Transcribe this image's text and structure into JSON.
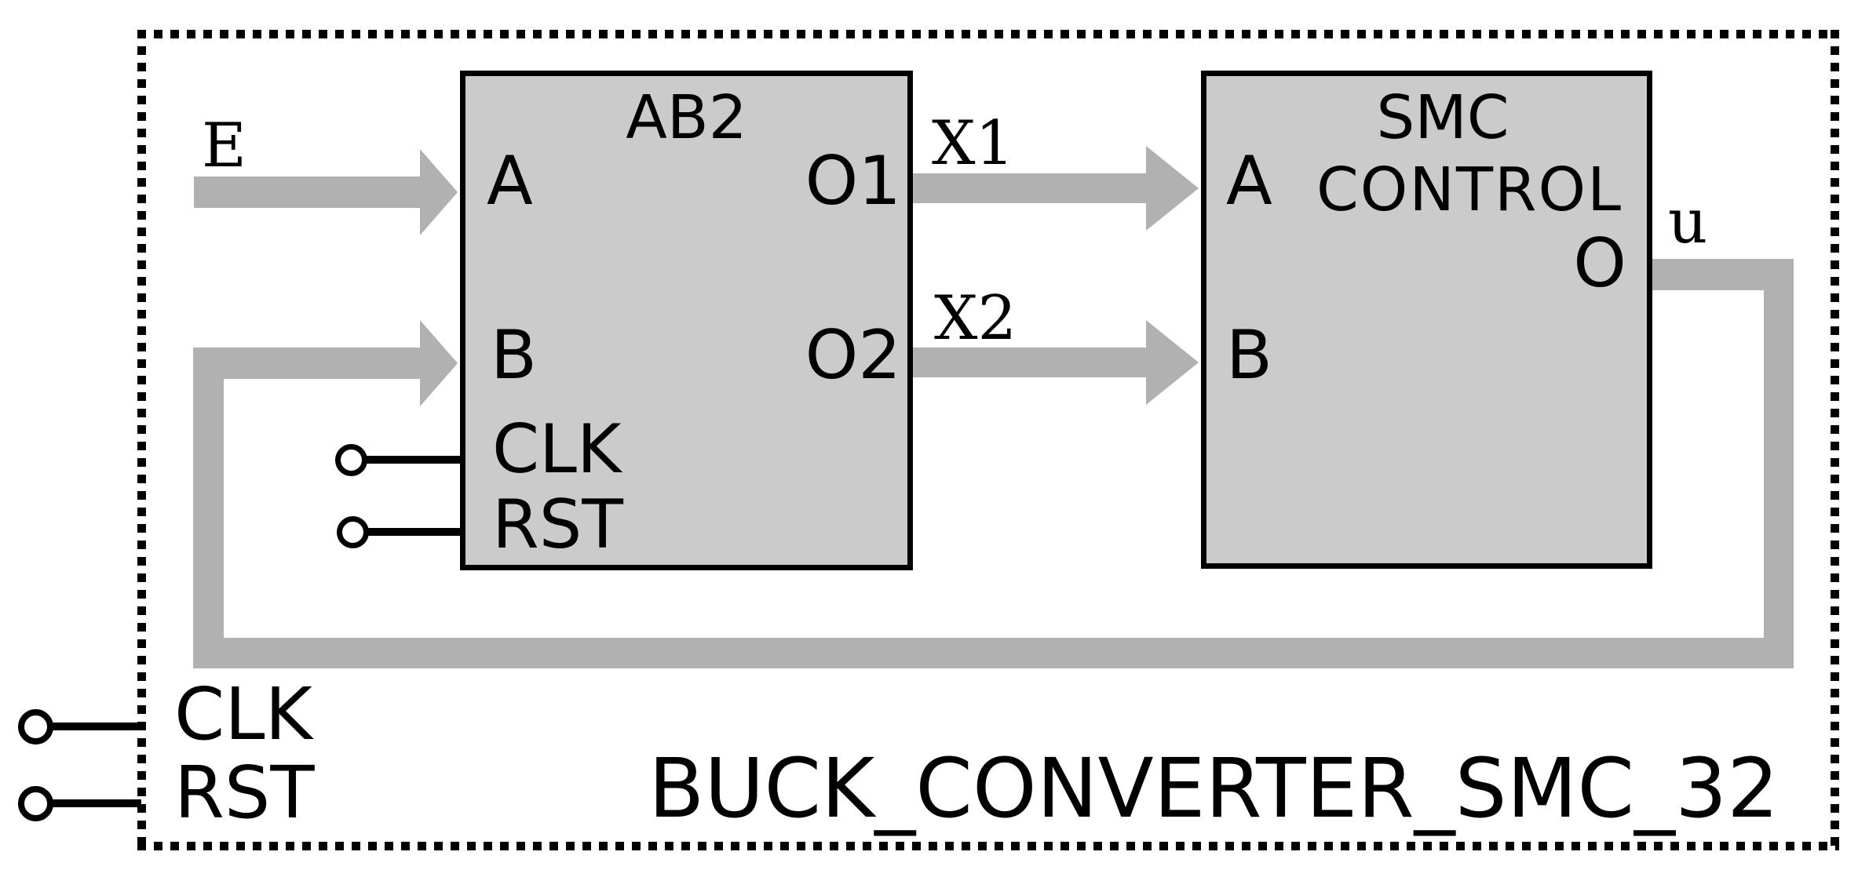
{
  "diagram": {
    "title": "BUCK_CONVERTER_SMC_32",
    "colors": {
      "block_fill": "#cbcbcb",
      "wire_gray": "#b1b1b1",
      "outline": "#000000",
      "background": "#ffffff"
    },
    "ab2": {
      "name": "AB2",
      "port_a": "A",
      "port_b": "B",
      "port_o1": "O1",
      "port_o2": "O2",
      "port_clk": "CLK",
      "port_rst": "RST"
    },
    "smc": {
      "name_line1": "SMC",
      "name_line2": "CONTROL",
      "port_a": "A",
      "port_b": "B",
      "port_o": "O"
    },
    "signals": {
      "e": "E",
      "x1": "X1",
      "x2": "X2",
      "u": "u"
    },
    "external": {
      "clk": "CLK",
      "rst": "RST"
    }
  }
}
